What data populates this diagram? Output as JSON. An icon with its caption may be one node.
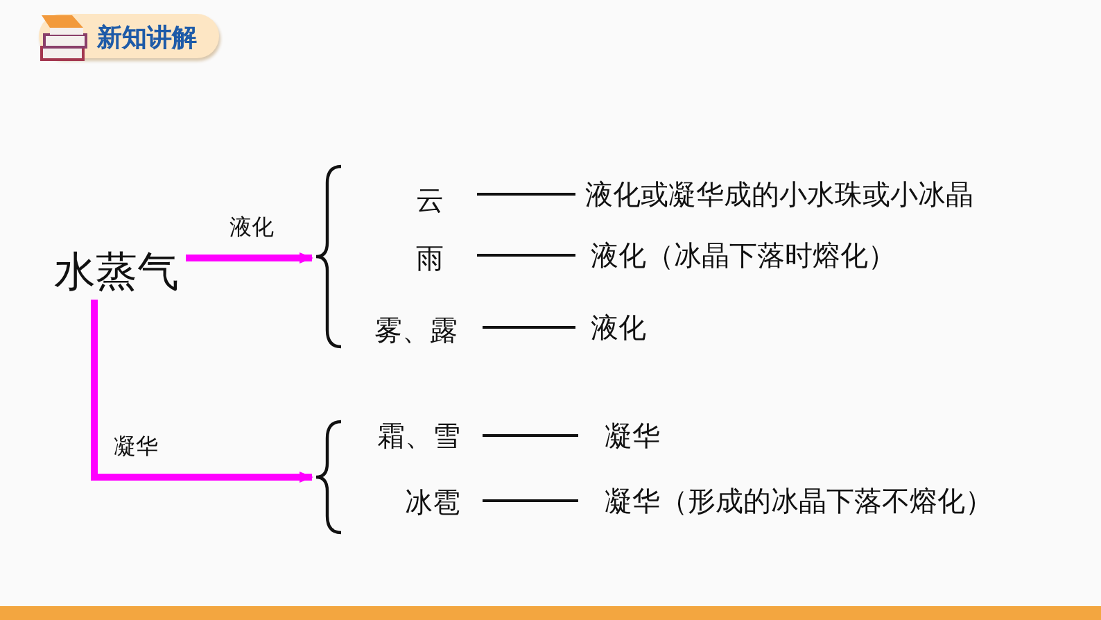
{
  "diagram": {
    "title": "新知讲解",
    "nodes": [
      {
        "text": [
          "水蒸气"
        ]
      },
      {
        "text": [],
        "shape": "brace"
      },
      {
        "text": [
          "云"
        ]
      },
      {
        "text": [
          "雨"
        ]
      },
      {
        "text": [
          "雾、露"
        ]
      },
      {
        "text": [],
        "shape": "brace"
      },
      {
        "text": [
          "霜、雪"
        ]
      },
      {
        "text": [
          "冰雹"
        ]
      },
      {
        "text": [
          "液化或凝华成的小水珠或小冰晶"
        ]
      },
      {
        "text": [
          "液化（冰晶下落时熔化）"
        ]
      },
      {
        "text": [
          "液化"
        ]
      },
      {
        "text": [
          "凝华"
        ]
      },
      {
        "text": [
          "凝华（形成的冰晶下落不熔化）"
        ]
      }
    ],
    "edges": [
      {
        "from": 0,
        "to": 1,
        "arrow": "to",
        "label": "液化",
        "color": "#ff00ff",
        "style": "thick"
      },
      {
        "from": 0,
        "to": 5,
        "arrow": "to",
        "label": "凝华",
        "color": "#ff00ff",
        "style": "thick"
      },
      {
        "from": 2,
        "to": 8,
        "arrow": "none"
      },
      {
        "from": 3,
        "to": 9,
        "arrow": "none"
      },
      {
        "from": 4,
        "to": 10,
        "arrow": "none"
      },
      {
        "from": 6,
        "to": 11,
        "arrow": "none"
      },
      {
        "from": 7,
        "to": 12,
        "arrow": "none"
      }
    ]
  }
}
